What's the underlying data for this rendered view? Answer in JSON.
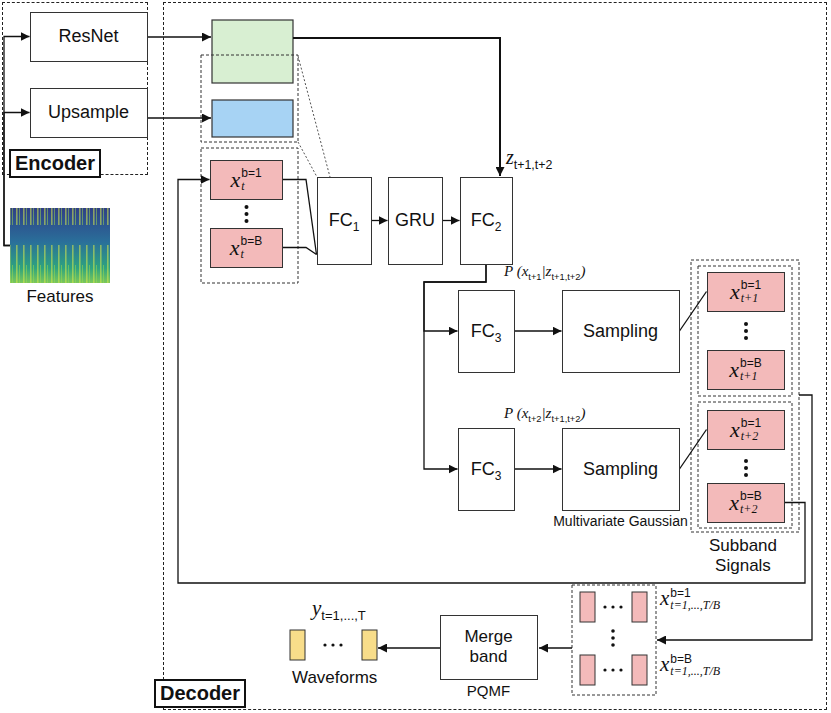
{
  "diagram": {
    "nodes": [
      {
        "text": [
          "Encoder"
        ]
      },
      {
        "text": [
          "ResNet"
        ],
        "in": 0
      },
      {
        "text": [
          "Upsample"
        ],
        "in": 0
      },
      {
        "text": [
          "Features"
        ]
      },
      {
        "text": [
          "Decoder"
        ]
      },
      {
        "text": [
          "x",
          "b=1",
          "t"
        ],
        "in": 4
      },
      {
        "text": [
          "x",
          "b=B",
          "t"
        ],
        "in": 4
      },
      {
        "text": [
          "FC",
          "1"
        ],
        "in": 4
      },
      {
        "text": [
          "GRU"
        ],
        "in": 4
      },
      {
        "text": [
          "FC",
          "2"
        ],
        "in": 4
      },
      {
        "text": [
          "FC",
          "3"
        ],
        "in": 4
      },
      {
        "text": [
          "Sampling"
        ],
        "in": 4
      },
      {
        "text": [
          "FC",
          "3"
        ],
        "in": 4
      },
      {
        "text": [
          "Sampling",
          "Multivariate Gaussian"
        ],
        "in": 4
      },
      {
        "text": [
          "x",
          "b=1",
          "t+1"
        ],
        "in": 4
      },
      {
        "text": [
          "x",
          "b=B",
          "t+1"
        ],
        "in": 4
      },
      {
        "text": [
          "x",
          "b=1",
          "t+2"
        ],
        "in": 4
      },
      {
        "text": [
          "x",
          "b=B",
          "t+2"
        ],
        "in": 4
      },
      {
        "text": [
          "Merge band",
          "PQMF"
        ],
        "in": 4
      }
    ],
    "edges": [
      {
        "from": 3,
        "to": 1,
        "arrow": "to"
      },
      {
        "from": 3,
        "to": 2,
        "arrow": "to"
      },
      {
        "from": 5,
        "to": 7,
        "arrow": "none"
      },
      {
        "from": 6,
        "to": 7,
        "arrow": "none"
      },
      {
        "from": 7,
        "to": 8,
        "arrow": "to"
      },
      {
        "from": 8,
        "to": 9,
        "arrow": "to"
      },
      {
        "from": 9,
        "to": 10,
        "arrow": "to"
      },
      {
        "from": 9,
        "to": 12,
        "arrow": "to"
      },
      {
        "from": 10,
        "to": 11,
        "arrow": "to"
      },
      {
        "from": 12,
        "to": 13,
        "arrow": "to"
      },
      {
        "from": 11,
        "to": 14,
        "arrow": "none"
      },
      {
        "from": 13,
        "to": 16,
        "arrow": "none"
      },
      {
        "from": 17,
        "to": 5,
        "arrow": "to"
      }
    ],
    "labels": [
      "z",
      "t+1,t+2",
      "P (x",
      "t+1",
      "|z",
      "t+1,t+2",
      ")",
      "P (x",
      "t+2",
      "|z",
      "t+1,t+2",
      ")",
      "Subband Signals",
      "x",
      "b=1",
      "t=1,...,T/B",
      "x",
      "b=B",
      "t=1,...,T/B",
      "y",
      "t=1,...,T",
      "Waveforms"
    ]
  }
}
